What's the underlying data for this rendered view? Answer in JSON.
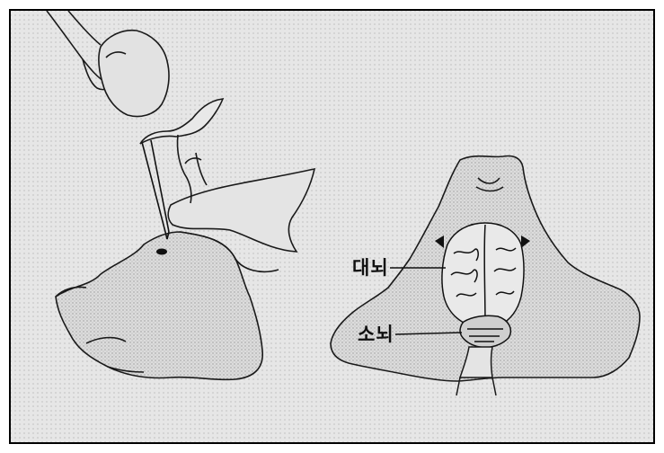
{
  "labels": {
    "cerebrum": "대뇌",
    "cerebellum": "소뇌"
  },
  "colors": {
    "background": "#d9d9d9",
    "border": "#000000",
    "ink": "#1a1a1a",
    "paper": "#ffffff"
  },
  "icons": {
    "hand-upper": "hand-holding-tool",
    "hand-lower": "hand-holding-forceps"
  }
}
